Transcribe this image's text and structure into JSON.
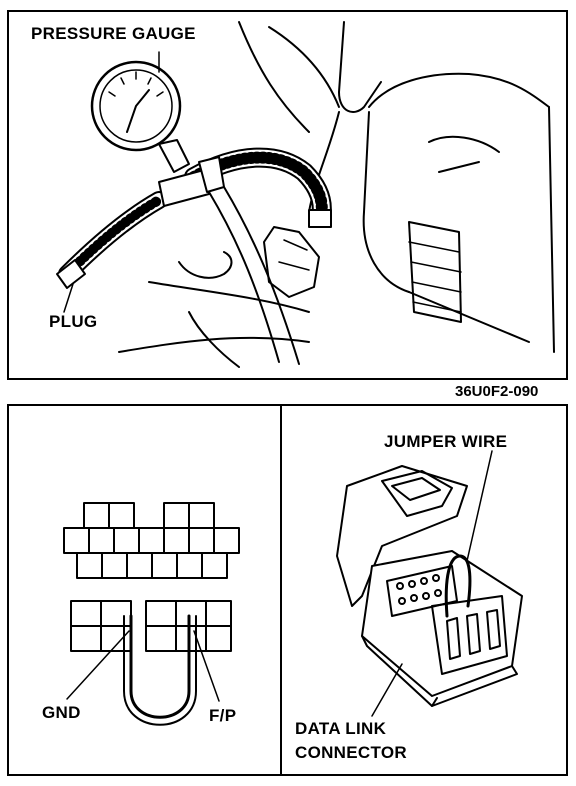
{
  "top_figure": {
    "labels": {
      "pressure_gauge": "PRESSURE GAUGE",
      "plug": "PLUG"
    },
    "figure_code": "36U0F2-090"
  },
  "bottom_left": {
    "labels": {
      "gnd": "GND",
      "fp": "F/P"
    }
  },
  "bottom_right": {
    "labels": {
      "jumper_wire": "JUMPER WIRE",
      "data_link_line1": "DATA LINK",
      "data_link_line2": "CONNECTOR"
    }
  }
}
